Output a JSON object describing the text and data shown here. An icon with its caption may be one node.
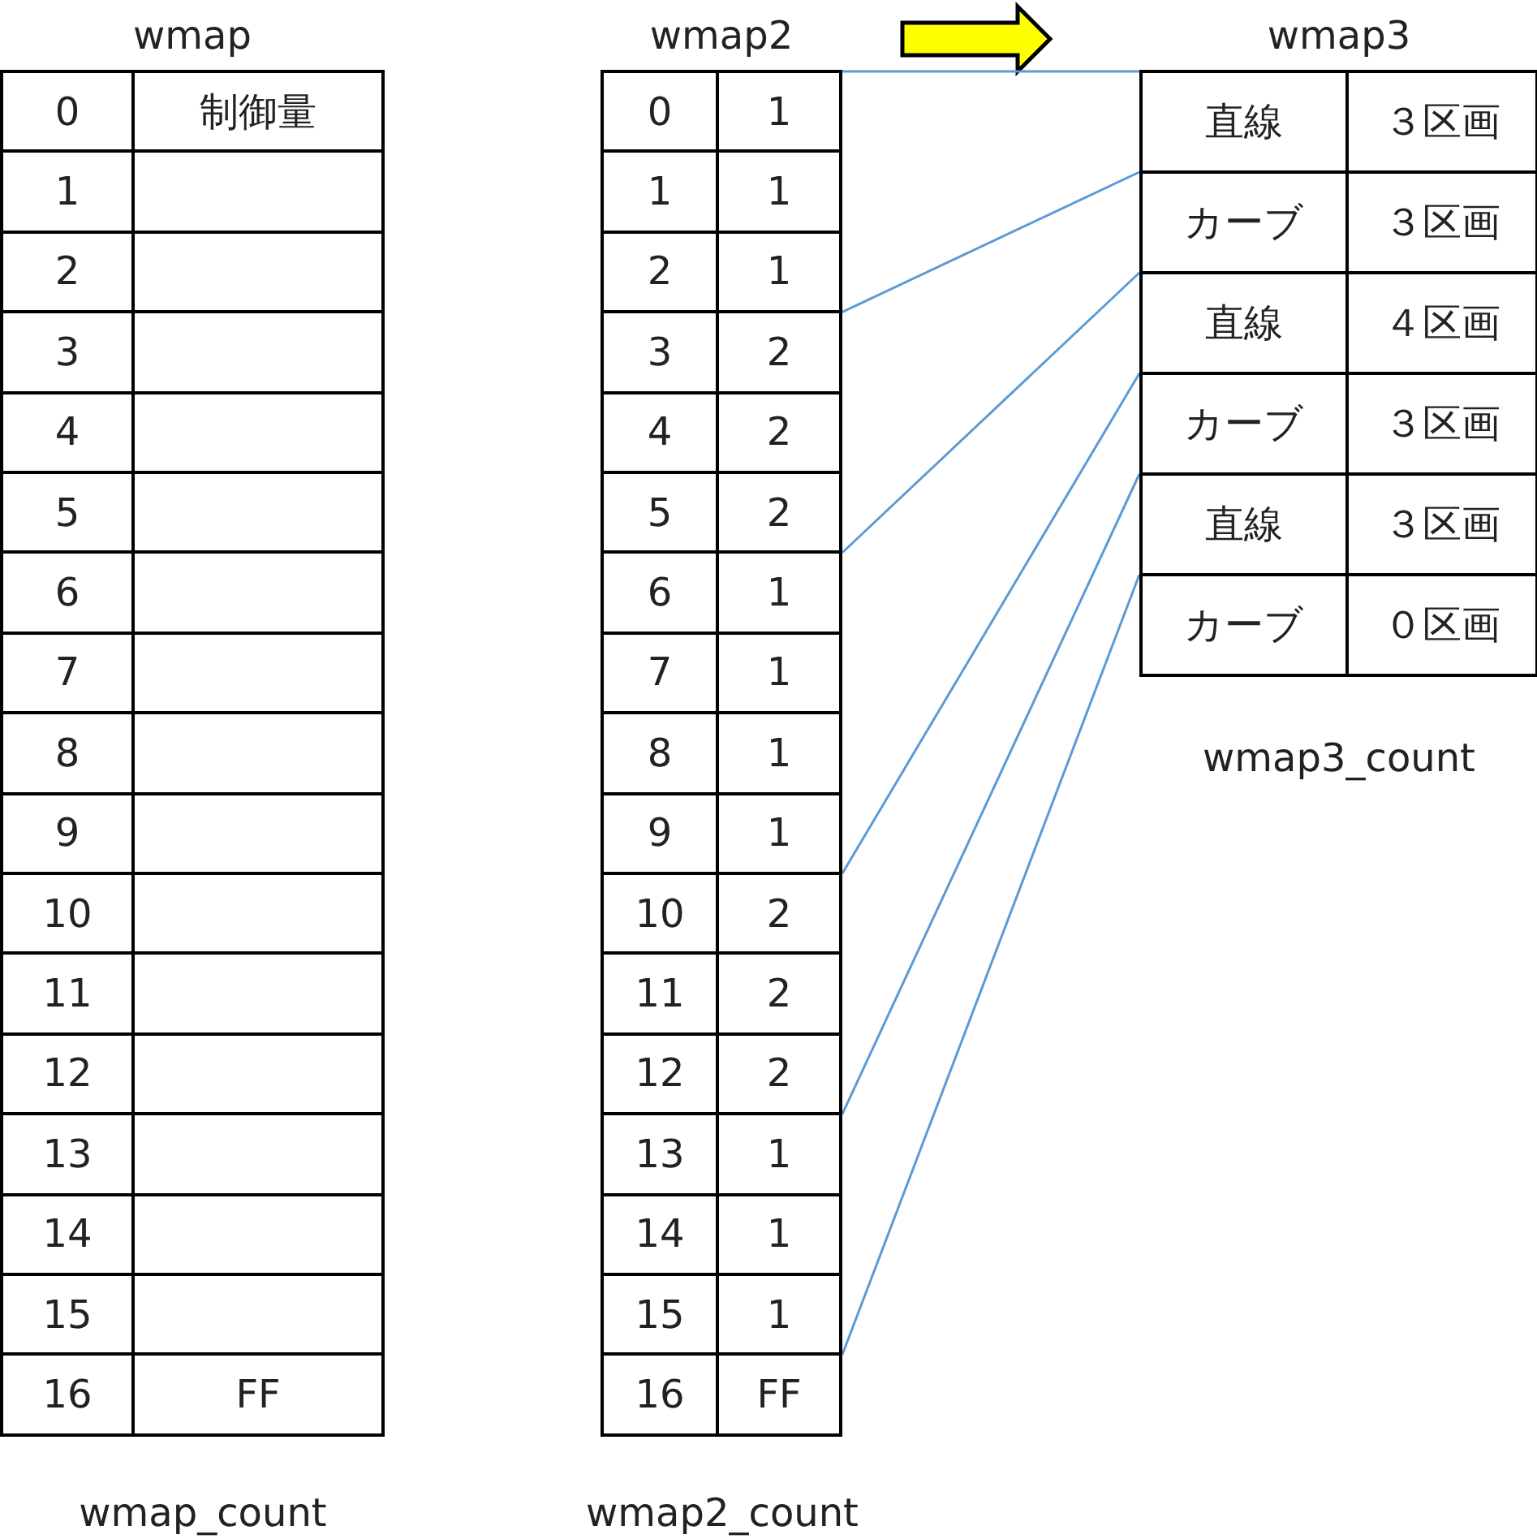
{
  "diagram": {
    "nodes": [
      {
        "text": [
          "wmap"
        ],
        "beside": [
          "wmap_count"
        ]
      },
      {
        "text": [
          "0",
          "制御量"
        ],
        "in": 0
      },
      {
        "text": [
          "1"
        ],
        "in": 0
      },
      {
        "text": [
          "2"
        ],
        "in": 0
      },
      {
        "text": [
          "3"
        ],
        "in": 0
      },
      {
        "text": [
          "4"
        ],
        "in": 0
      },
      {
        "text": [
          "5"
        ],
        "in": 0
      },
      {
        "text": [
          "6"
        ],
        "in": 0
      },
      {
        "text": [
          "7"
        ],
        "in": 0
      },
      {
        "text": [
          "8"
        ],
        "in": 0
      },
      {
        "text": [
          "9"
        ],
        "in": 0
      },
      {
        "text": [
          "10"
        ],
        "in": 0
      },
      {
        "text": [
          "11"
        ],
        "in": 0
      },
      {
        "text": [
          "12"
        ],
        "in": 0
      },
      {
        "text": [
          "13"
        ],
        "in": 0
      },
      {
        "text": [
          "14"
        ],
        "in": 0
      },
      {
        "text": [
          "15"
        ],
        "in": 0
      },
      {
        "text": [
          "16",
          "FF"
        ],
        "in": 0
      },
      {
        "text": [
          "wmap2"
        ],
        "beside": [
          "wmap2_count"
        ]
      },
      {
        "text": [
          "0",
          "1"
        ],
        "in": 18
      },
      {
        "text": [
          "1",
          "1"
        ],
        "in": 18
      },
      {
        "text": [
          "2",
          "1"
        ],
        "in": 18
      },
      {
        "text": [
          "3",
          "2"
        ],
        "in": 18
      },
      {
        "text": [
          "4",
          "2"
        ],
        "in": 18
      },
      {
        "text": [
          "5",
          "2"
        ],
        "in": 18
      },
      {
        "text": [
          "6",
          "1"
        ],
        "in": 18
      },
      {
        "text": [
          "7",
          "1"
        ],
        "in": 18
      },
      {
        "text": [
          "8",
          "1"
        ],
        "in": 18
      },
      {
        "text": [
          "9",
          "1"
        ],
        "in": 18
      },
      {
        "text": [
          "10",
          "2"
        ],
        "in": 18
      },
      {
        "text": [
          "11",
          "2"
        ],
        "in": 18
      },
      {
        "text": [
          "12",
          "2"
        ],
        "in": 18
      },
      {
        "text": [
          "13",
          "1"
        ],
        "in": 18
      },
      {
        "text": [
          "14",
          "1"
        ],
        "in": 18
      },
      {
        "text": [
          "15",
          "1"
        ],
        "in": 18
      },
      {
        "text": [
          "16",
          "FF"
        ],
        "in": 18
      },
      {
        "text": [
          "wmap3"
        ],
        "beside": [
          "wmap3_count"
        ]
      },
      {
        "text": [
          "直線",
          "３区画"
        ],
        "in": 36
      },
      {
        "text": [
          "カーブ",
          "３区画"
        ],
        "in": 36
      },
      {
        "text": [
          "直線",
          "４区画"
        ],
        "in": 36
      },
      {
        "text": [
          "カーブ",
          "３区画"
        ],
        "in": 36
      },
      {
        "text": [
          "直線",
          "３区画"
        ],
        "in": 36
      },
      {
        "text": [
          "カーブ",
          "０区画"
        ],
        "in": 36
      }
    ],
    "edges": [
      {
        "from": 19,
        "to": 37,
        "arrow": "none"
      },
      {
        "from": 22,
        "to": 38,
        "arrow": "none"
      },
      {
        "from": 25,
        "to": 39,
        "arrow": "none"
      },
      {
        "from": 29,
        "to": 40,
        "arrow": "none"
      },
      {
        "from": 32,
        "to": 41,
        "arrow": "none"
      },
      {
        "from": 35,
        "to": 42,
        "arrow": "none"
      }
    ]
  }
}
